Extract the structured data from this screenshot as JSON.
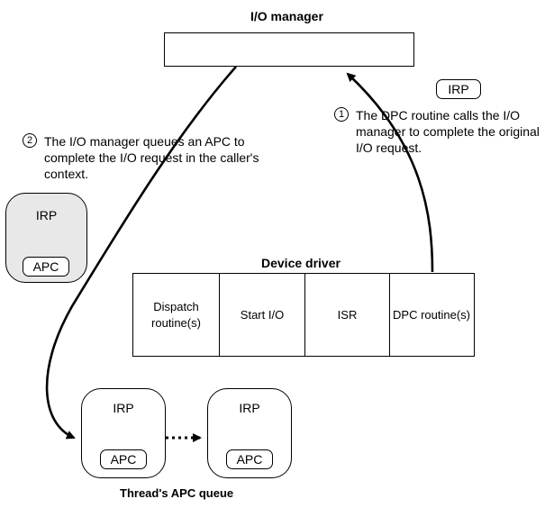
{
  "io_manager": {
    "title": "I/O manager"
  },
  "irp_tag_top": {
    "label": "IRP"
  },
  "step1": {
    "number": "1",
    "text": "The DPC routine calls the I/O manager to complete the original I/O request."
  },
  "step2": {
    "number": "2",
    "text": "The I/O manager queues an APC to complete the I/O request in the caller's context."
  },
  "left_irp": {
    "label": "IRP",
    "apc": "APC"
  },
  "device_driver": {
    "title": "Device driver",
    "cells": [
      {
        "label": "Dispatch routine(s)"
      },
      {
        "label": "Start I/O"
      },
      {
        "label": "ISR"
      },
      {
        "label": "DPC routine(s)"
      }
    ]
  },
  "apc_queue": {
    "title": "Thread's APC queue",
    "items": [
      {
        "irp": "IRP",
        "apc": "APC"
      },
      {
        "irp": "IRP",
        "apc": "APC"
      }
    ]
  },
  "colors": {
    "stroke": "#000000",
    "shaded_fill": "#e8e8e8",
    "background": "#ffffff"
  }
}
